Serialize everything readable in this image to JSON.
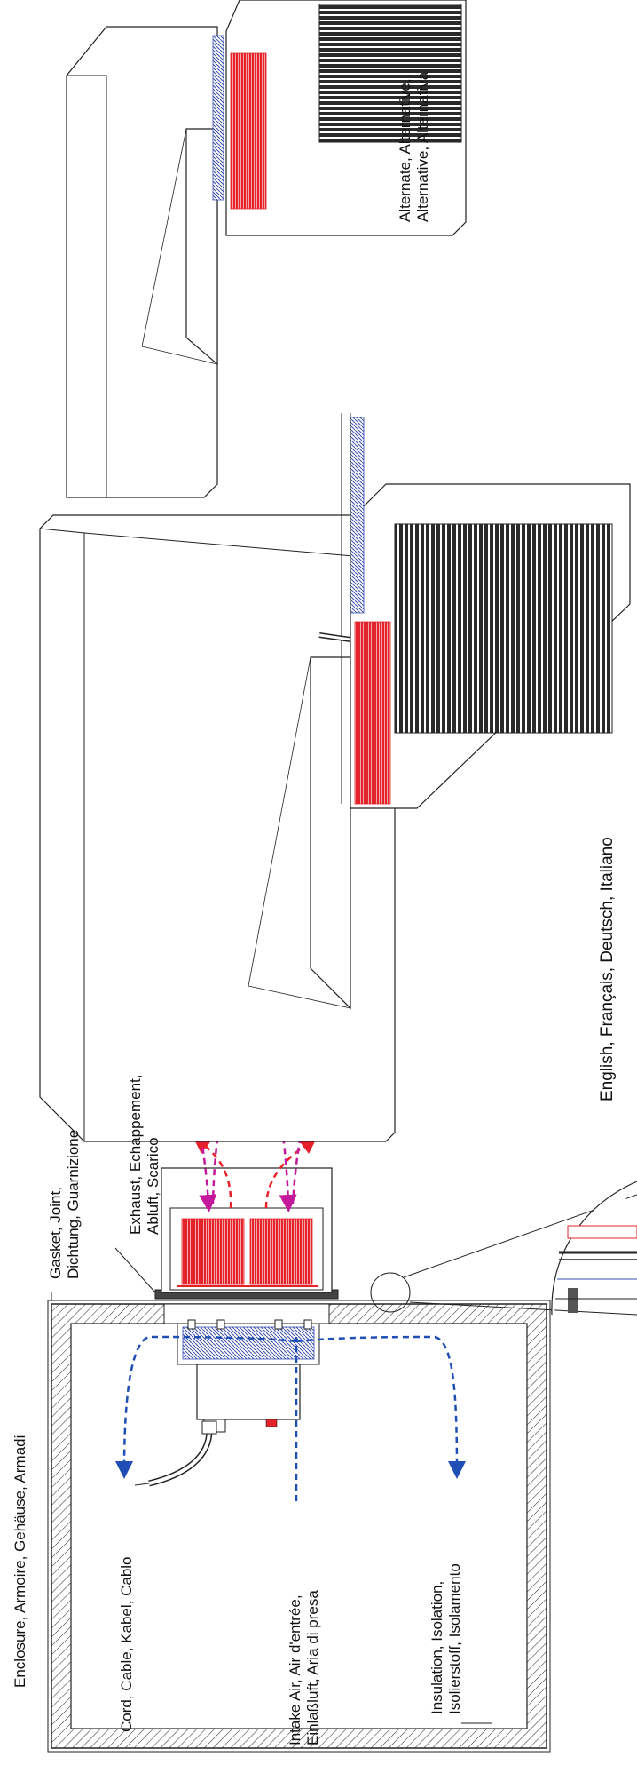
{
  "labels": {
    "enclosure": "Enclosure, Armoire, Gehäuse, Armadi",
    "cord": "Cord, Cable, Kabel, Cablo",
    "intake_1": "Intake Air, Air d'entrée,",
    "intake_2": "Einlaßluft, Aria di presa",
    "insulation_1": "Insulation, Isolation,",
    "insulation_2": "Isolierstoff, Isolamento",
    "gasket_1": "Gasket, Joint,",
    "gasket_2": "Dichtung, Guarnizione",
    "exhaust_1": "Exhaust, Echappement,",
    "exhaust_2": "Abluft, Scarico",
    "languages": "English, Français, Deutsch, Italiano",
    "alternate_1": "Alternate, Alternative,",
    "alternate_2": "Alternative, Alternativa"
  },
  "colors": {
    "line": "#222222",
    "hot_air": "#e8202a",
    "exhaust_air": "#c4199b",
    "cool_air": "#1f4fb4",
    "fins_red": "#e42229",
    "fins_blue": "#3a4fb0",
    "grille": "#2a2a2a"
  }
}
